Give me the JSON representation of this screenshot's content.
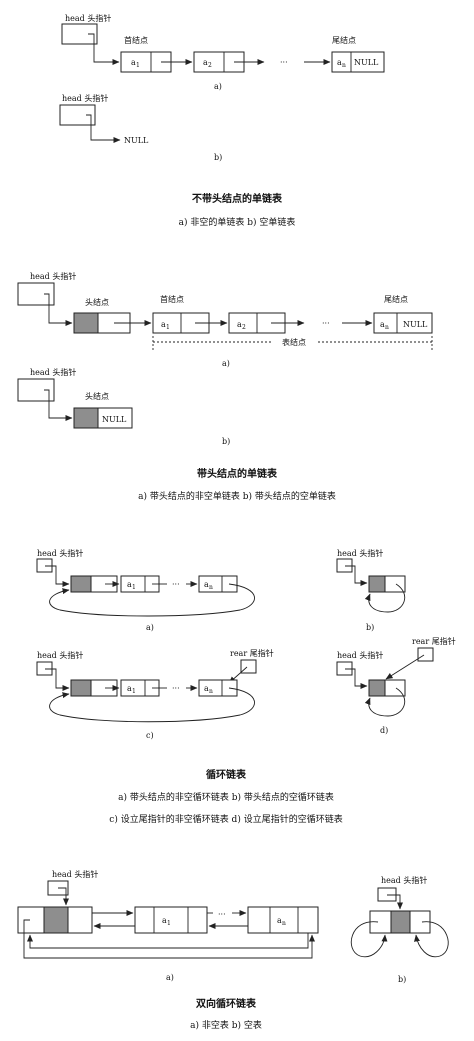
{
  "labels": {
    "head_pointer": "head 头指针",
    "rear_pointer": "rear 尾指针",
    "first_node": "首结点",
    "tail_node": "尾结点",
    "head_node": "头结点",
    "list_nodes": "表结点",
    "null": "NULL",
    "a": "a",
    "sub_1": "1",
    "sub_2": "2",
    "sub_n": "n",
    "ellipsis": "···"
  },
  "section1": {
    "title": "不带头结点的单链表",
    "desc": "a) 非空的单链表   b) 空单链表",
    "cap_a": "a)",
    "cap_b": "b)"
  },
  "section2": {
    "title": "带头结点的单链表",
    "desc": "a) 带头结点的非空单链表   b) 带头结点的空单链表",
    "cap_a": "a)",
    "cap_b": "b)"
  },
  "section3": {
    "title": "循环链表",
    "desc1": "a) 带头结点的非空循环链表   b) 带头结点的空循环链表",
    "desc2": "c) 设立尾指针的非空循环链表   d) 设立尾指针的空循环链表",
    "cap_a": "a)",
    "cap_b": "b)",
    "cap_c": "c)",
    "cap_d": "d)"
  },
  "section4": {
    "title": "双向循环链表",
    "desc": "a) 非空表   b) 空表",
    "cap_a": "a)",
    "cap_b": "b)"
  }
}
